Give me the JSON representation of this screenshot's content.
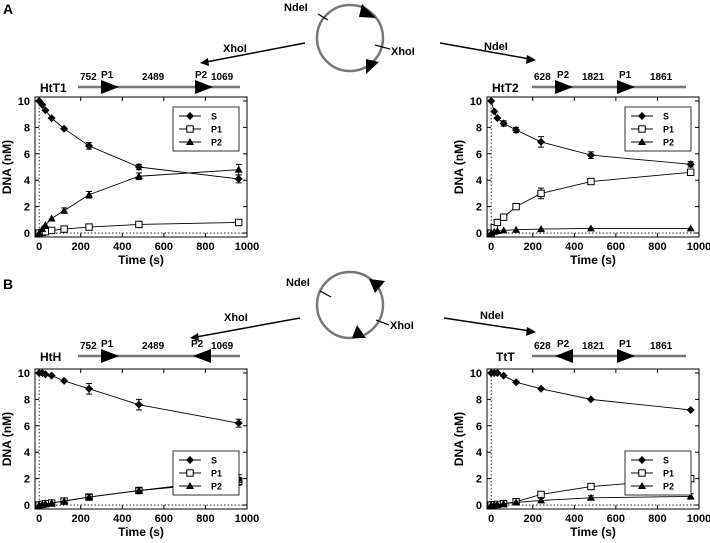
{
  "figure": {
    "panels": [
      {
        "letter": "A",
        "plasmid": {
          "site_ndei": "NdeI",
          "site_xhoi": "XhoI"
        },
        "left_cut": "XhoI",
        "right_cut": "NdeI",
        "left_construct": {
          "name": "HtT1",
          "segments": [
            "752",
            "2489",
            "1069"
          ],
          "promoters": [
            {
              "label": "P1",
              "dir": "right"
            },
            {
              "label": "P2",
              "dir": "right"
            }
          ]
        },
        "right_construct": {
          "name": "HtT2",
          "segments": [
            "628",
            "1821",
            "1861"
          ],
          "promoters": [
            {
              "label": "P2",
              "dir": "right"
            },
            {
              "label": "P1",
              "dir": "right"
            }
          ]
        }
      },
      {
        "letter": "B",
        "plasmid": {
          "site_ndei": "NdeI",
          "site_xhoi": "XhoI"
        },
        "left_cut": "XhoI",
        "right_cut": "NdeI",
        "left_construct": {
          "name": "HtH",
          "segments": [
            "752",
            "2489",
            "1069"
          ],
          "promoters": [
            {
              "label": "P1",
              "dir": "right"
            },
            {
              "label": "P2",
              "dir": "left"
            }
          ]
        },
        "right_construct": {
          "name": "TtT",
          "segments": [
            "628",
            "1821",
            "1861"
          ],
          "promoters": [
            {
              "label": "P2",
              "dir": "left"
            },
            {
              "label": "P1",
              "dir": "right"
            }
          ]
        }
      }
    ]
  },
  "chart_data": [
    {
      "type": "line",
      "construct": "HtT1",
      "xlabel": "Time (s)",
      "ylabel": "DNA (nM)",
      "xlim": [
        -20,
        1000
      ],
      "ylim": [
        -0.3,
        10.3
      ],
      "xticks": [
        0,
        200,
        400,
        600,
        800,
        1000
      ],
      "yticks": [
        0,
        2,
        4,
        6,
        8,
        10
      ],
      "legend_position": "top-right",
      "x": [
        0,
        15,
        30,
        60,
        120,
        240,
        480,
        960
      ],
      "series": [
        {
          "name": "S",
          "marker": "diamond",
          "values": [
            10.0,
            9.7,
            9.3,
            8.7,
            7.9,
            6.6,
            5.0,
            4.1
          ]
        },
        {
          "name": "P1",
          "marker": "square",
          "values": [
            0.0,
            0.05,
            0.1,
            0.2,
            0.3,
            0.45,
            0.65,
            0.8
          ]
        },
        {
          "name": "P2",
          "marker": "triangle",
          "values": [
            0.0,
            0.3,
            0.6,
            1.1,
            1.7,
            2.9,
            4.3,
            4.8
          ]
        }
      ]
    },
    {
      "type": "line",
      "construct": "HtT2",
      "xlabel": "Time (s)",
      "ylabel": "DNA (nM)",
      "xlim": [
        -20,
        1000
      ],
      "ylim": [
        -0.3,
        10.3
      ],
      "xticks": [
        0,
        200,
        400,
        600,
        800,
        1000
      ],
      "yticks": [
        0,
        2,
        4,
        6,
        8,
        10
      ],
      "legend_position": "top-right",
      "x": [
        0,
        15,
        30,
        60,
        120,
        240,
        480,
        960
      ],
      "series": [
        {
          "name": "S",
          "marker": "diamond",
          "values": [
            10.0,
            9.2,
            8.7,
            8.3,
            7.8,
            6.9,
            5.9,
            5.2
          ]
        },
        {
          "name": "P1",
          "marker": "square",
          "values": [
            0.0,
            0.4,
            0.8,
            1.2,
            2.0,
            3.0,
            3.9,
            4.6
          ]
        },
        {
          "name": "P2",
          "marker": "triangle",
          "values": [
            0.0,
            0.1,
            0.15,
            0.2,
            0.25,
            0.3,
            0.35,
            0.35
          ]
        }
      ]
    },
    {
      "type": "line",
      "construct": "HtH",
      "xlabel": "Time (s)",
      "ylabel": "DNA (nM)",
      "xlim": [
        -20,
        1000
      ],
      "ylim": [
        -0.3,
        10.3
      ],
      "xticks": [
        0,
        200,
        400,
        600,
        800,
        1000
      ],
      "yticks": [
        0,
        2,
        4,
        6,
        8,
        10
      ],
      "legend_position": "lower-right",
      "x": [
        0,
        15,
        30,
        60,
        120,
        240,
        480,
        960
      ],
      "series": [
        {
          "name": "S",
          "marker": "diamond",
          "values": [
            10.0,
            10.0,
            9.9,
            9.8,
            9.4,
            8.8,
            7.6,
            6.2
          ]
        },
        {
          "name": "P1",
          "marker": "square",
          "values": [
            0.0,
            0.05,
            0.1,
            0.15,
            0.3,
            0.6,
            1.1,
            1.8
          ]
        },
        {
          "name": "P2",
          "marker": "triangle",
          "values": [
            0.0,
            0.05,
            0.1,
            0.15,
            0.3,
            0.6,
            1.1,
            2.0
          ]
        }
      ]
    },
    {
      "type": "line",
      "construct": "TtT",
      "xlabel": "Time (s)",
      "ylabel": "DNA (nM)",
      "xlim": [
        -20,
        1000
      ],
      "ylim": [
        -0.3,
        10.3
      ],
      "xticks": [
        0,
        200,
        400,
        600,
        800,
        1000
      ],
      "yticks": [
        0,
        2,
        4,
        6,
        8,
        10
      ],
      "legend_position": "lower-right",
      "x": [
        0,
        15,
        30,
        60,
        120,
        240,
        480,
        960
      ],
      "series": [
        {
          "name": "S",
          "marker": "diamond",
          "values": [
            10.0,
            10.0,
            10.0,
            9.8,
            9.3,
            8.8,
            8.0,
            7.2
          ]
        },
        {
          "name": "P1",
          "marker": "square",
          "values": [
            0.0,
            0.02,
            0.05,
            0.1,
            0.25,
            0.8,
            1.4,
            2.0
          ]
        },
        {
          "name": "P2",
          "marker": "triangle",
          "values": [
            0.0,
            0.02,
            0.05,
            0.1,
            0.2,
            0.35,
            0.55,
            0.65
          ]
        }
      ]
    }
  ]
}
